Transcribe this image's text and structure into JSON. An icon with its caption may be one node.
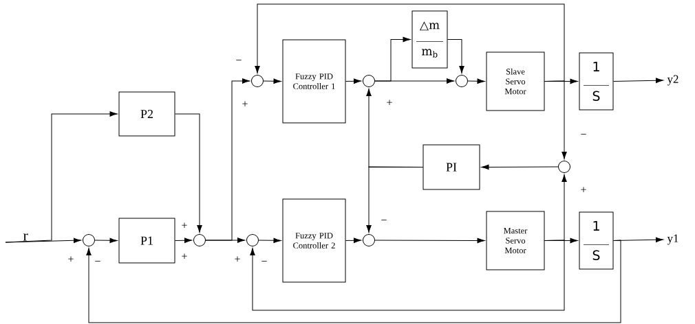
{
  "diagram": {
    "nodes": [
      {
        "text": [
          "r"
        ]
      },
      {
        "text": [
          "P2"
        ]
      },
      {
        "text": [],
        "shape": "circle"
      },
      {
        "text": [
          "P1"
        ]
      },
      {
        "text": [],
        "shape": "circle"
      },
      {
        "text": [],
        "shape": "circle"
      },
      {
        "text": [
          "Fuzzy PID Controller 1"
        ]
      },
      {
        "text": [],
        "shape": "circle"
      },
      {
        "text": [
          "Fuzzy PID Controller 2"
        ]
      },
      {
        "text": [],
        "shape": "circle"
      },
      {
        "text": [
          "△m",
          "m$_{b}$"
        ]
      },
      {
        "text": [],
        "shape": "circle"
      },
      {
        "text": [
          "Slave Servo Motor"
        ]
      },
      {
        "text": [
          "1",
          "S"
        ]
      },
      {
        "text": [
          "y2"
        ]
      },
      {
        "text": [
          "PI"
        ]
      },
      {
        "text": [],
        "shape": "circle"
      },
      {
        "text": [
          "Master Servo Motor"
        ]
      },
      {
        "text": [
          "1",
          "S"
        ]
      },
      {
        "text": [
          "y1"
        ]
      },
      {
        "text": [],
        "shape": "circle"
      }
    ],
    "edges": [
      {
        "from": 0,
        "to": 2,
        "arrow": "to"
      },
      {
        "from": 0,
        "to": 1,
        "arrow": "to"
      },
      {
        "from": 2,
        "to": 3,
        "arrow": "to"
      },
      {
        "from": 3,
        "to": 4,
        "arrow": "to"
      },
      {
        "from": 1,
        "to": 4,
        "arrow": "to"
      },
      {
        "from": 4,
        "to": 5,
        "arrow": "to"
      },
      {
        "from": 4,
        "to": 7,
        "arrow": "to"
      },
      {
        "from": 5,
        "to": 6,
        "arrow": "to"
      },
      {
        "from": 7,
        "to": 8,
        "arrow": "to"
      },
      {
        "from": 6,
        "to": 9,
        "arrow": "to"
      },
      {
        "from": 9,
        "to": 10,
        "arrow": "to"
      },
      {
        "from": 9,
        "to": 11,
        "arrow": "to"
      },
      {
        "from": 10,
        "to": 11,
        "arrow": "to"
      },
      {
        "from": 11,
        "to": 12,
        "arrow": "to"
      },
      {
        "from": 12,
        "to": 13,
        "arrow": "to"
      },
      {
        "from": 13,
        "to": 14,
        "arrow": "to"
      },
      {
        "from": 12,
        "to": 5,
        "arrow": "to"
      },
      {
        "from": 12,
        "to": 16,
        "arrow": "to"
      },
      {
        "from": 16,
        "to": 15,
        "arrow": "to"
      },
      {
        "from": 15,
        "to": 9,
        "arrow": "to"
      },
      {
        "from": 15,
        "to": 20,
        "arrow": "to"
      },
      {
        "from": 8,
        "to": 20,
        "arrow": "to"
      },
      {
        "from": 20,
        "to": 17,
        "arrow": "to"
      },
      {
        "from": 17,
        "to": 18,
        "arrow": "to"
      },
      {
        "from": 18,
        "to": 19,
        "arrow": "to"
      },
      {
        "from": 17,
        "to": 16,
        "arrow": "to"
      },
      {
        "from": 17,
        "to": 7,
        "arrow": "to"
      },
      {
        "from": 18,
        "to": 2,
        "arrow": "to"
      }
    ],
    "labels": [
      "−",
      "+",
      "+",
      "−",
      "+",
      "+",
      "−",
      "+",
      "+",
      "−",
      "+",
      "−"
    ]
  }
}
